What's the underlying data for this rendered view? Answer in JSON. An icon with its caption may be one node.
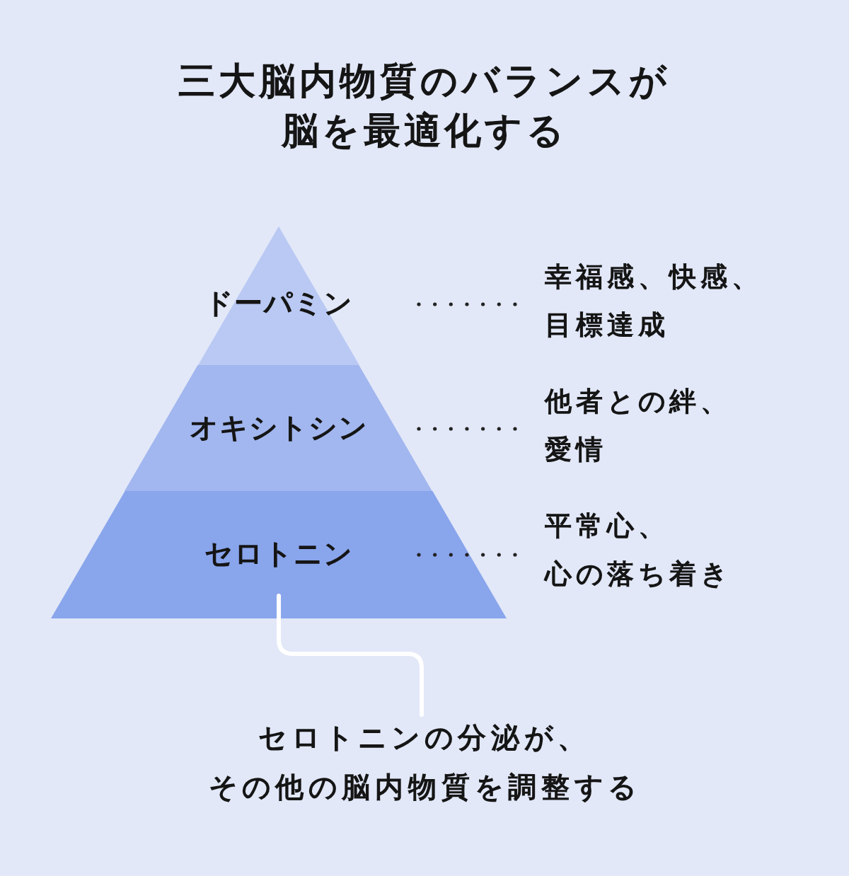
{
  "diagram": {
    "title": "三大脳内物質のバランスが脳を最適化する",
    "nodes": [
      {
        "text": [
          "ドーパミン"
        ]
      },
      {
        "text": [
          "オキシトシン"
        ]
      },
      {
        "text": [
          "セロトニン"
        ]
      },
      {
        "text": [
          "幸福感、快感、目標達成"
        ]
      },
      {
        "text": [
          "他者との絆、愛情"
        ]
      },
      {
        "text": [
          "平常心、心の落ち着き"
        ]
      },
      {
        "text": [
          "セロトニンの分泌が、その他の脳内物質を調整する"
        ]
      }
    ],
    "edges": [
      {
        "from": 0,
        "to": 3,
        "arrow": "none",
        "style": "dashed"
      },
      {
        "from": 1,
        "to": 4,
        "arrow": "none",
        "style": "dashed"
      },
      {
        "from": 2,
        "to": 5,
        "arrow": "none",
        "style": "dashed"
      },
      {
        "from": 2,
        "to": 6,
        "arrow": "none",
        "color": "#ffffff"
      }
    ]
  }
}
